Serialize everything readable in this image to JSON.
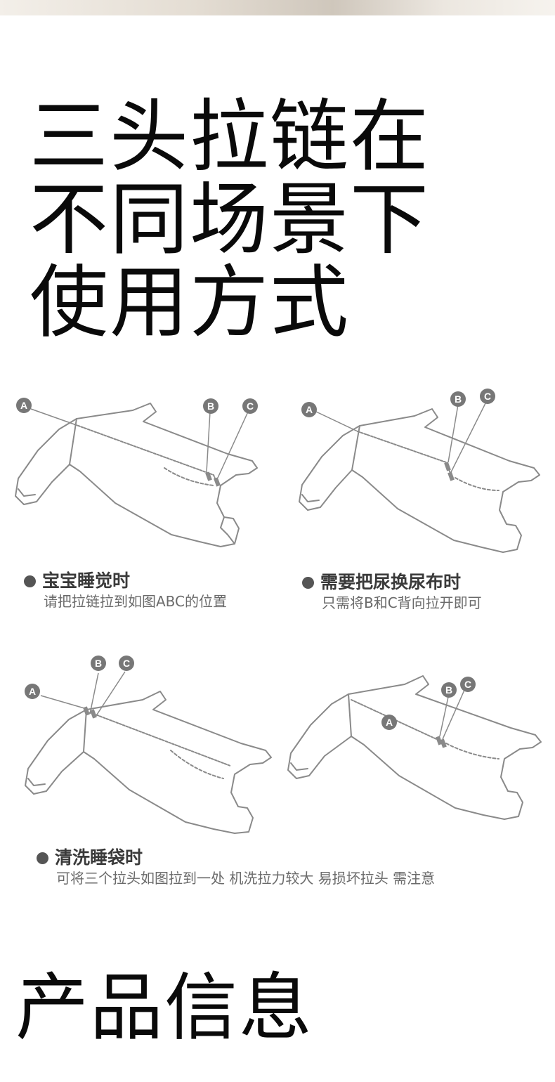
{
  "headline": {
    "lines": [
      "三头拉链在",
      "不同场景下",
      "使用方式"
    ]
  },
  "diagrams": [
    {
      "labels": [
        "A",
        "B",
        "C"
      ],
      "caption_title": "宝宝睡觉时",
      "caption_desc": "请把拉链拉到如图ABC的位置"
    },
    {
      "labels": [
        "A",
        "B",
        "C"
      ],
      "caption_title": "需要把尿换尿布时",
      "caption_desc": "只需将B和C背向拉开即可"
    },
    {
      "labels": [
        "A",
        "B",
        "C"
      ],
      "caption_title": "清洗睡袋时",
      "caption_desc": "可将三个拉头如图拉到一处 机洗拉力较大 易损坏拉头 需注意"
    },
    {
      "labels": [
        "A",
        "B",
        "C"
      ]
    }
  ],
  "footer": {
    "title": "产品信息"
  },
  "colors": {
    "line": "#8a8a8a",
    "marker": "#777777",
    "text_dark": "#0a0a0a"
  }
}
